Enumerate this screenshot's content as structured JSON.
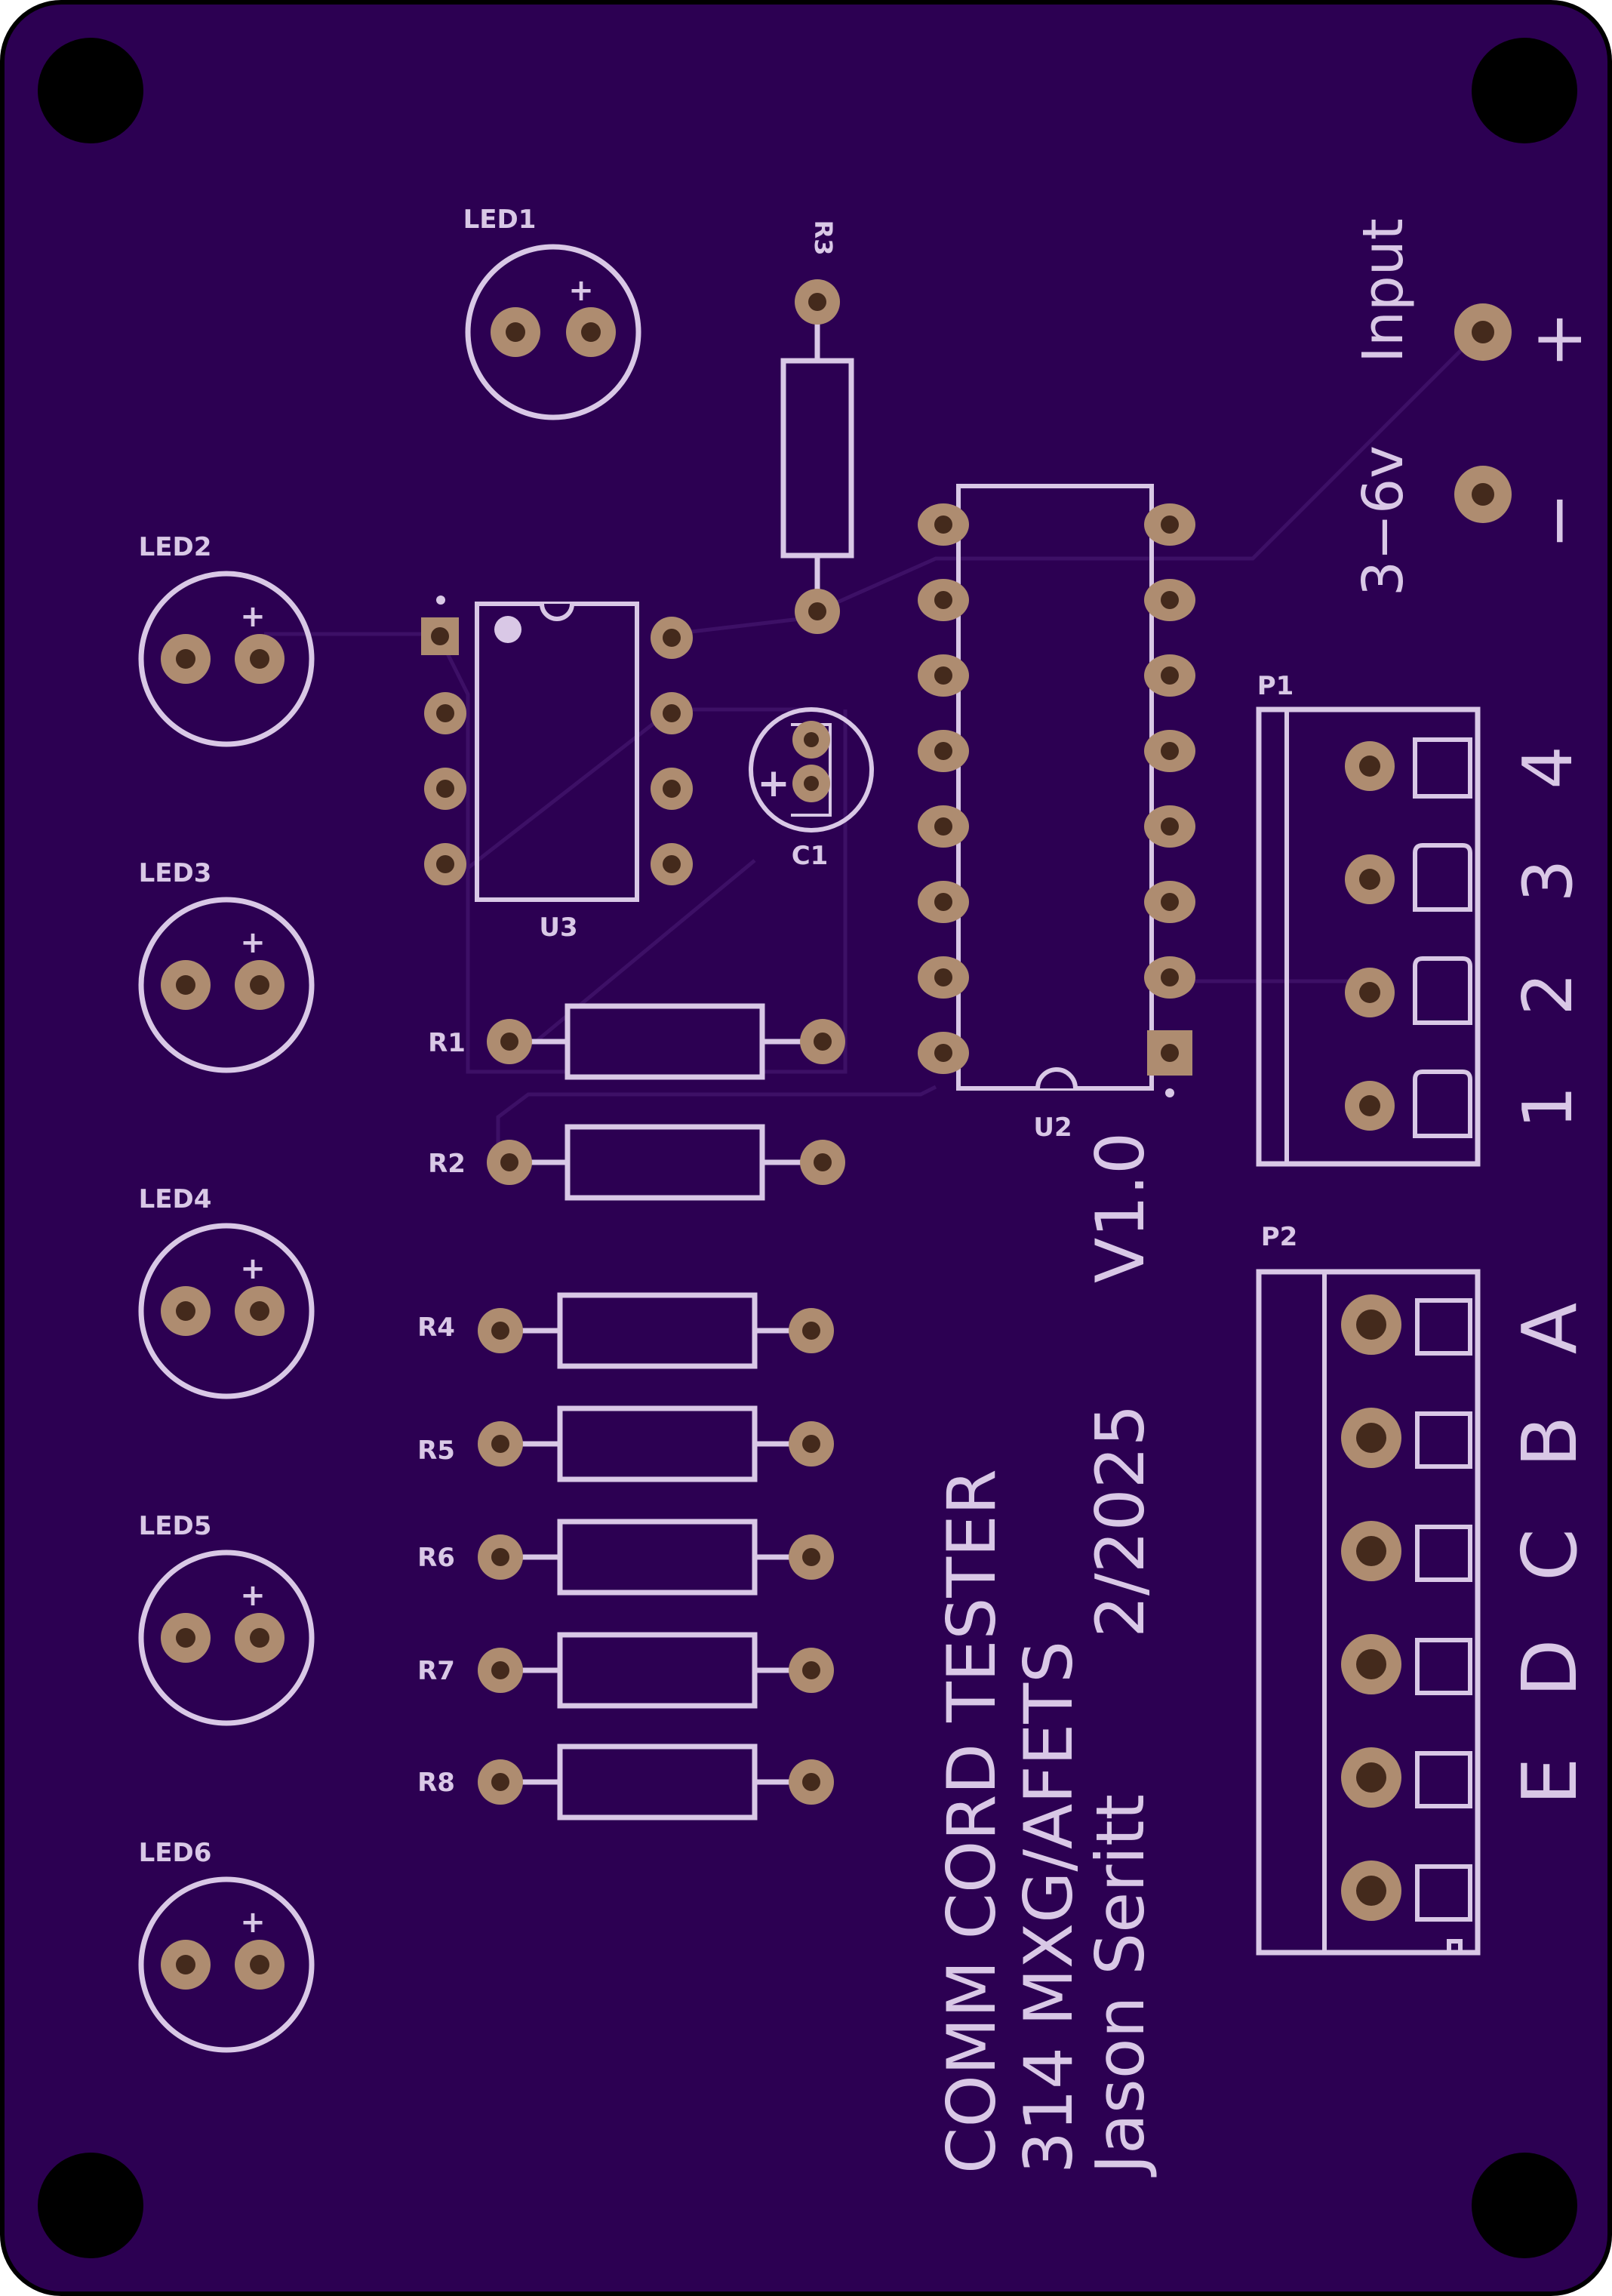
{
  "board": {
    "colors": {
      "outline": "#000000",
      "substrate": "#2c0052",
      "trace": "#3d1066",
      "silkscreen": "#d9c8e6",
      "pad_copper": "#ae8c70",
      "drill": "#442a1c",
      "mounting_hole": "#000000"
    }
  },
  "labels": {
    "led1": "LED1",
    "led2": "LED2",
    "led3": "LED3",
    "led4": "LED4",
    "led5": "LED5",
    "led6": "LED6",
    "r1": "R1",
    "r2": "R2",
    "r3": "R3",
    "r4": "R4",
    "r5": "R5",
    "r6": "R6",
    "r7": "R7",
    "r8": "R8",
    "u2": "U2",
    "u3": "U3",
    "c1": "C1",
    "p1": "P1",
    "p2": "P2",
    "plus": "+",
    "minus": "−",
    "input_voltage": "3−6v",
    "input_word": "Input",
    "p1_pins": [
      "1",
      "2",
      "3",
      "4"
    ],
    "p2_pins": [
      "A",
      "B",
      "C",
      "D",
      "E"
    ]
  },
  "title_block": {
    "line1": "COMM CORD TESTER",
    "line2": "314 MXG/AFETS",
    "line3_name": "Jason Seritt",
    "line3_date": "2/2025",
    "line3_version": "V1.0"
  }
}
